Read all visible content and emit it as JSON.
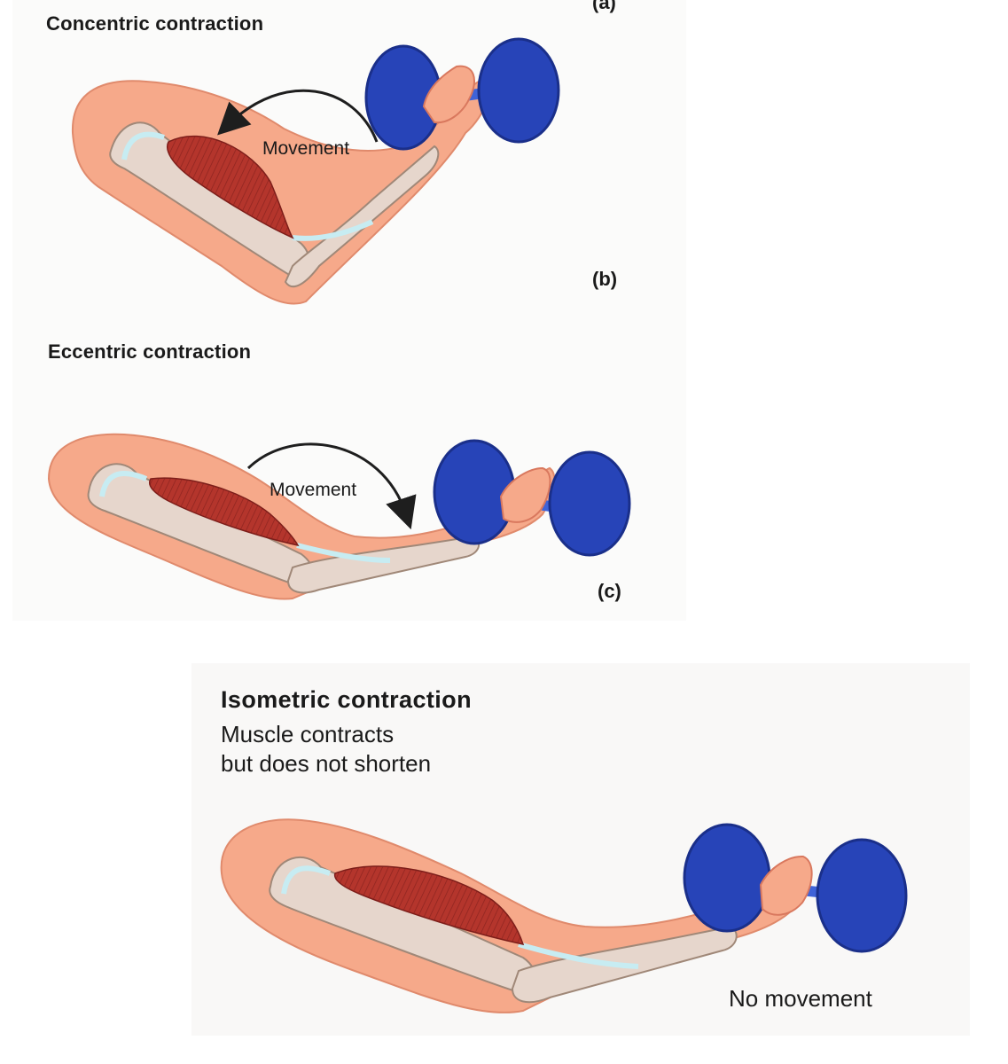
{
  "labels": {
    "panel_a": "(a)",
    "panel_b": "(b)",
    "panel_c": "(c)"
  },
  "concentric": {
    "title": "Concentric contraction",
    "movement": "Movement"
  },
  "eccentric": {
    "title": "Eccentric contraction",
    "movement": "Movement"
  },
  "isometric": {
    "title": "Isometric contraction",
    "line1": "Muscle contracts",
    "line2": "but does not shorten",
    "no_movement": "No movement"
  },
  "colors": {
    "skin": "#f6a98a",
    "skin_dark": "#d9785e",
    "bone": "#e6d6cc",
    "muscle": "#b4352c",
    "tendon": "#c7ecf2",
    "dumbbell": "#2744b8"
  }
}
